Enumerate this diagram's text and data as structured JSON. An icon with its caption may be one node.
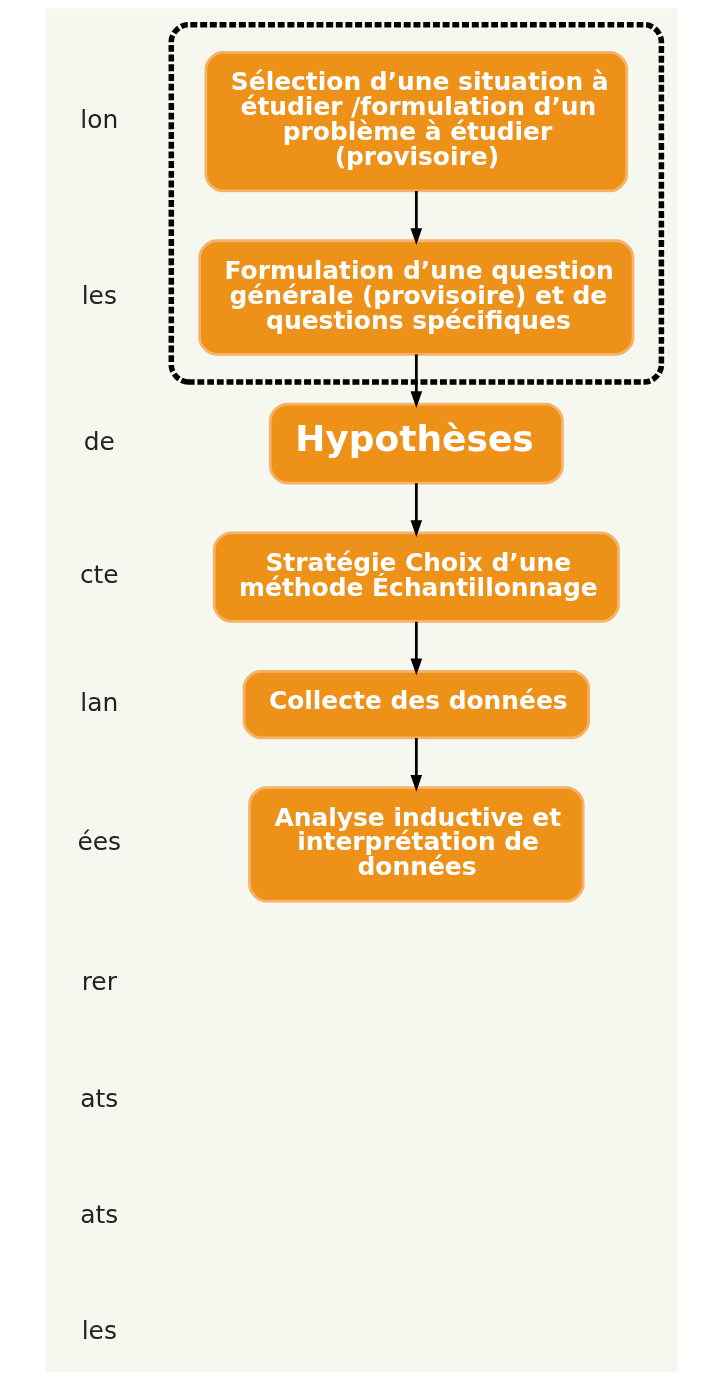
{
  "diagram": {
    "nodes": [
      {
        "text": [],
        "shape": "box"
      },
      {
        "text": [
          "Sélection d’une situation à étudier /formulation d’un problème à étudier (provisoire)"
        ],
        "in": 0
      },
      {
        "text": [
          "Formulation d’une question générale (provisoire) et de questions spécifiques"
        ],
        "in": 0
      },
      {
        "text": [
          "Hypothèses"
        ]
      },
      {
        "text": [
          "Stratégie Choix d’une méthode Échantillonnage"
        ]
      },
      {
        "text": [
          "Collecte des données"
        ]
      },
      {
        "text": [
          "Analyse inductive et interprétation de données"
        ]
      }
    ],
    "edges": [
      {
        "from": 1,
        "to": 2,
        "arrow": "to"
      },
      {
        "from": 2,
        "to": 3,
        "arrow": "to"
      },
      {
        "from": 3,
        "to": 4,
        "arrow": "to"
      },
      {
        "from": 4,
        "to": 5,
        "arrow": "to"
      },
      {
        "from": 5,
        "to": 6,
        "arrow": "to"
      }
    ],
    "labels": [
      "lon",
      "les",
      "de",
      "cte",
      "lan",
      "ées",
      "rer",
      "ats",
      "ats",
      "les"
    ]
  }
}
